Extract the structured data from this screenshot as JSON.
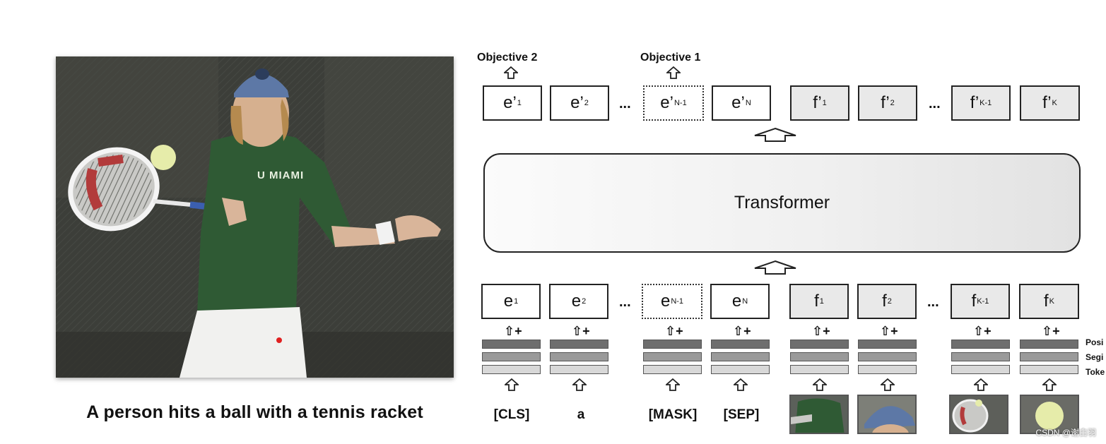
{
  "caption": "A person hits a ball with a tennis racket",
  "photo_shirt_text": "U MIAMI",
  "transformer_label": "Transformer",
  "objectives": [
    "Objective 2",
    "Objective 1"
  ],
  "output_tokens": [
    {
      "base": "e’",
      "sub": "1"
    },
    {
      "base": "e’",
      "sub": "2"
    },
    {
      "base": "e’",
      "sub": "N-1"
    },
    {
      "base": "e’",
      "sub": "N"
    },
    {
      "base": "f’",
      "sub": "1"
    },
    {
      "base": "f’",
      "sub": "2"
    },
    {
      "base": "f’",
      "sub": "K-1"
    },
    {
      "base": "f’",
      "sub": "K"
    }
  ],
  "input_tokens": [
    {
      "base": "e",
      "sub": "1"
    },
    {
      "base": "e",
      "sub": "2"
    },
    {
      "base": "e",
      "sub": "N-1"
    },
    {
      "base": "e",
      "sub": "N"
    },
    {
      "base": "f",
      "sub": "1"
    },
    {
      "base": "f",
      "sub": "2"
    },
    {
      "base": "f",
      "sub": "K-1"
    },
    {
      "base": "f",
      "sub": "K"
    }
  ],
  "ellipsis": "...",
  "plus_symbol": "+",
  "input_words": [
    "[CLS]",
    "a",
    "[MASK]",
    "[SEP]"
  ],
  "embedding_labels": [
    "Posi",
    "Segi",
    "Toke"
  ],
  "watermark": "CSDN @谢白羽",
  "colors": {
    "photo_bg": "#3d3f3a",
    "shirt": "#2f5a34",
    "cap": "#5d78a6",
    "ball": "#e6ecaa",
    "f_token_fill": "#e9e9e9"
  }
}
